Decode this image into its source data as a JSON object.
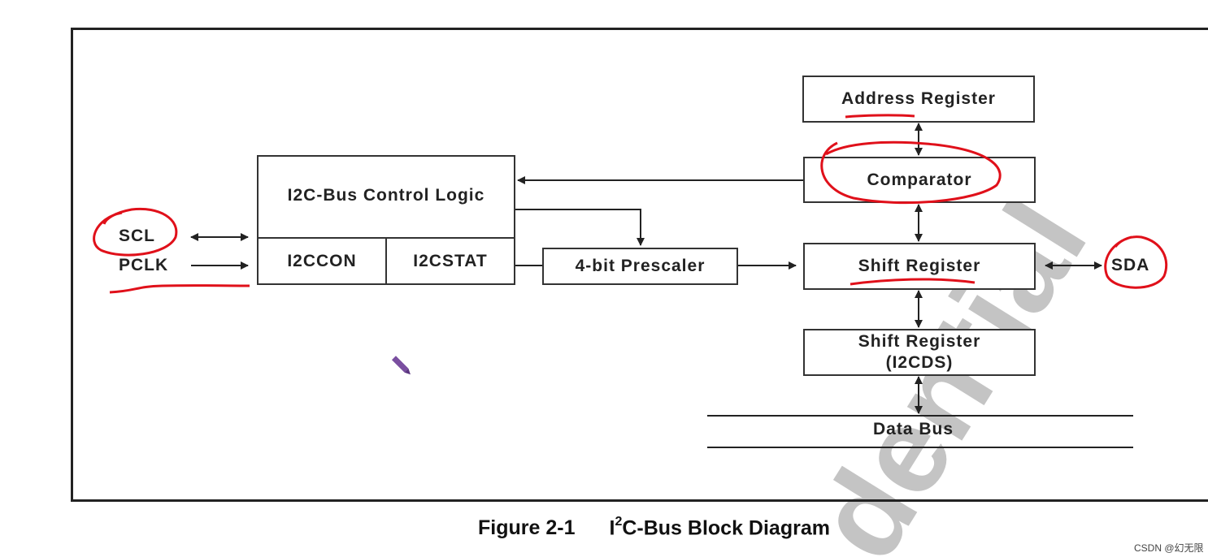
{
  "diagram": {
    "blocks": {
      "address_register": "Address Register",
      "comparator": "Comparator",
      "control_logic": "I2C-Bus Control Logic",
      "i2ccon": "I2CCON",
      "i2cstat": "I2CSTAT",
      "prescaler": "4-bit Prescaler",
      "shift_register": "Shift Register",
      "shift_register_i2cds_line1": "Shift Register",
      "shift_register_i2cds_line2": "(I2CDS)"
    },
    "signals": {
      "scl": "SCL",
      "pclk": "PCLK",
      "sda": "SDA",
      "data_bus": "Data Bus"
    },
    "background_watermark": "dential"
  },
  "caption": {
    "figure_number": "Figure 2-1",
    "title_prefix": "I",
    "title_superscript": "2",
    "title_rest": "C-Bus Block Diagram"
  },
  "source_watermark": "CSDN @幻无限",
  "colors": {
    "annotation": "#e0101a",
    "line": "#222222",
    "watermark_gray": "#c4c4c4",
    "pen_icon": "#7a4fa0"
  },
  "icons": [
    "pen-cursor-icon"
  ]
}
